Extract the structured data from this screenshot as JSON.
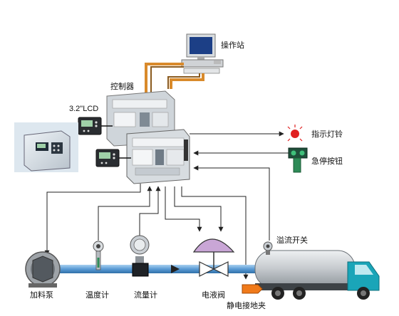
{
  "labels": {
    "workstation": "操作站",
    "controller": "控制器",
    "lcd": "3.2\"LCD",
    "indicator": "指示灯铃",
    "estop": "急停按钮",
    "pump": "加料泵",
    "thermometer": "温度计",
    "flowmeter": "流量计",
    "valve": "电液阀",
    "overflow": "溢流开关",
    "ground_clamp": "静电接地夹"
  },
  "colors": {
    "cable_orange": "#d98a2b",
    "cable_brown": "#8a5a1e",
    "pipe": "#5a9bd5",
    "signal_line": "#222222",
    "lamp_red": "#e02020",
    "button_green": "#2e8b57",
    "truck_cab": "#1aa5b8",
    "tank_silver": "#c8ccd0",
    "clamp_orange": "#f07a1a",
    "valve_dome": "#c9a6d6"
  }
}
